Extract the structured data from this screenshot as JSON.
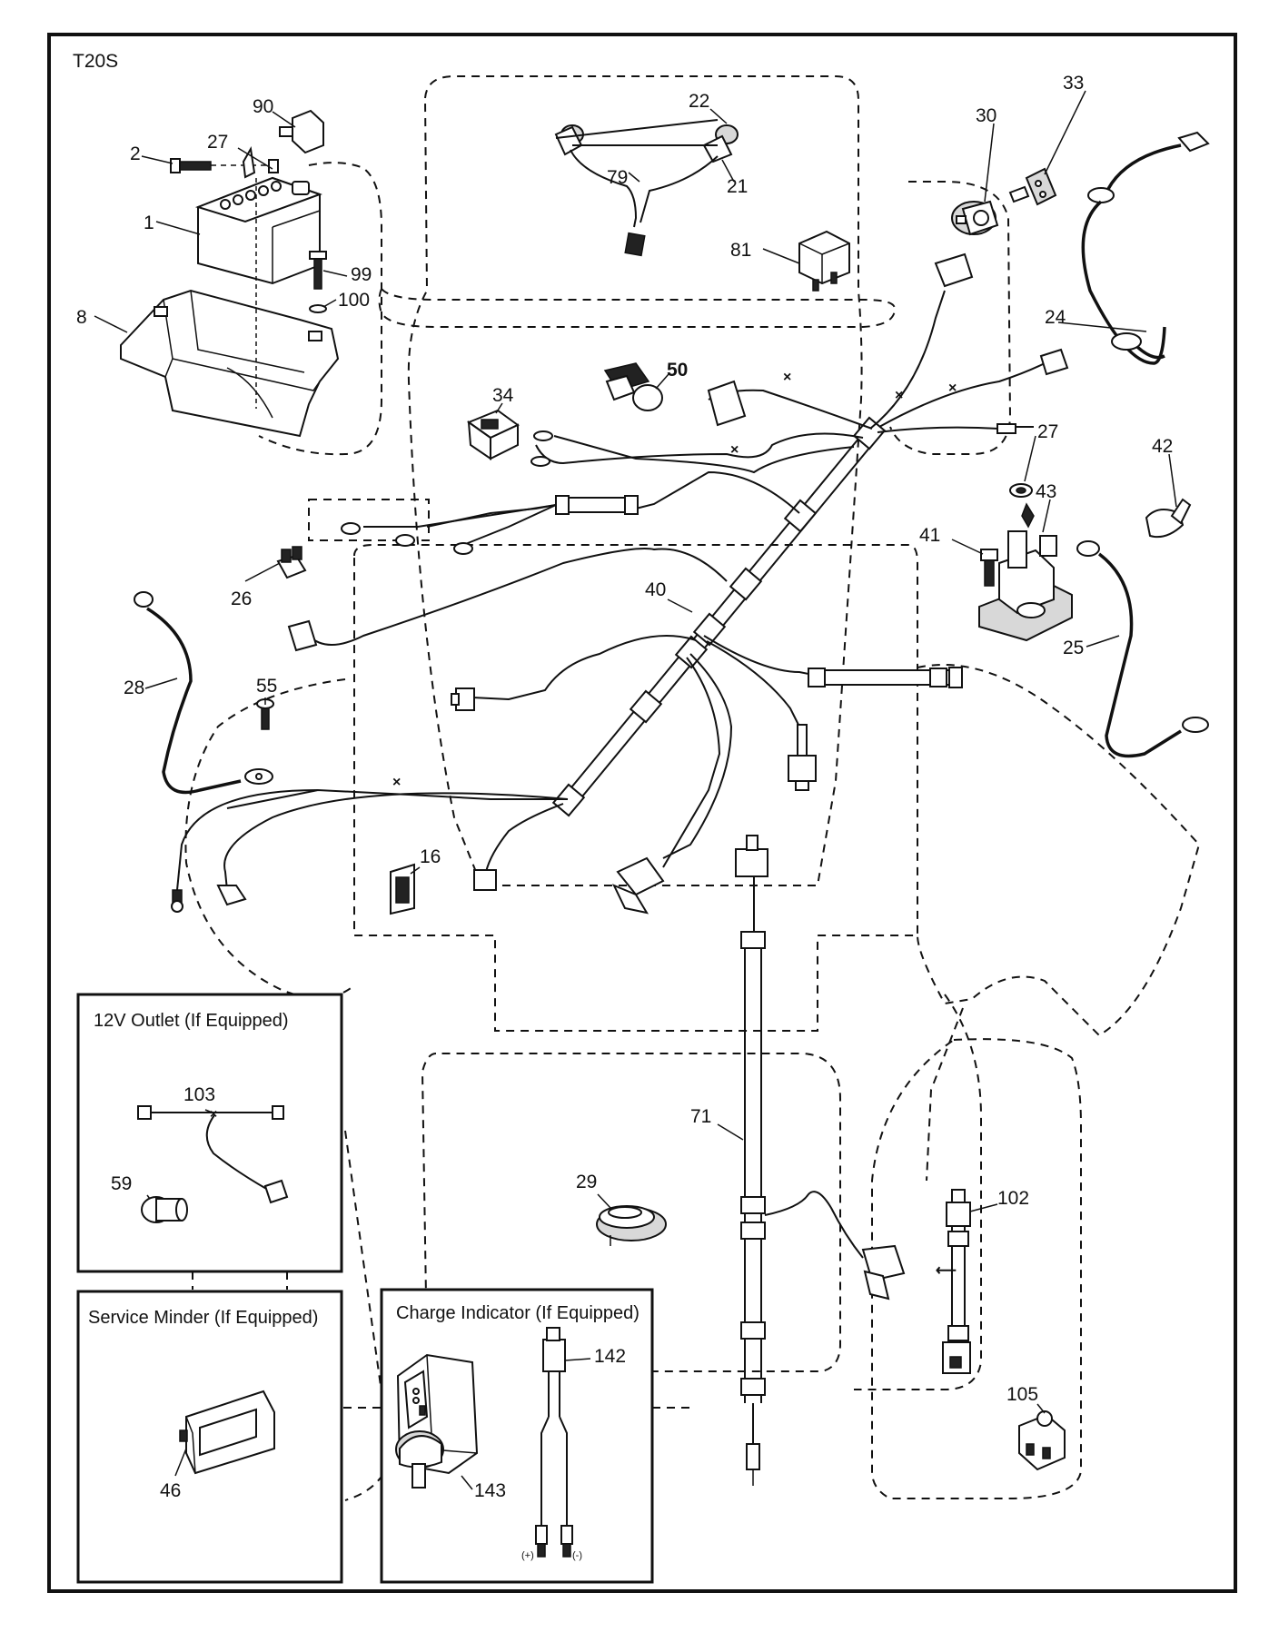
{
  "diagram_code": "T20S",
  "callouts": [
    "90",
    "27",
    "2",
    "1",
    "8",
    "99",
    "100",
    "22",
    "79",
    "21",
    "81",
    "30",
    "33",
    "24",
    "50",
    "34",
    "27",
    "42",
    "43",
    "41",
    "26",
    "40",
    "25",
    "28",
    "55",
    "16",
    "71",
    "102",
    "105",
    "29",
    "103",
    "59",
    "46",
    "142",
    "143"
  ],
  "insets": {
    "outlet": {
      "title": "12V Outlet (If Equipped)",
      "callouts": [
        "103",
        "59"
      ]
    },
    "minder": {
      "title": "Service Minder (If Equipped)",
      "callouts": [
        "46"
      ]
    },
    "charge": {
      "title": "Charge Indicator (If Equipped)",
      "callouts": [
        "142",
        "143"
      ],
      "plus": "(+)",
      "minus": "(-)"
    }
  }
}
